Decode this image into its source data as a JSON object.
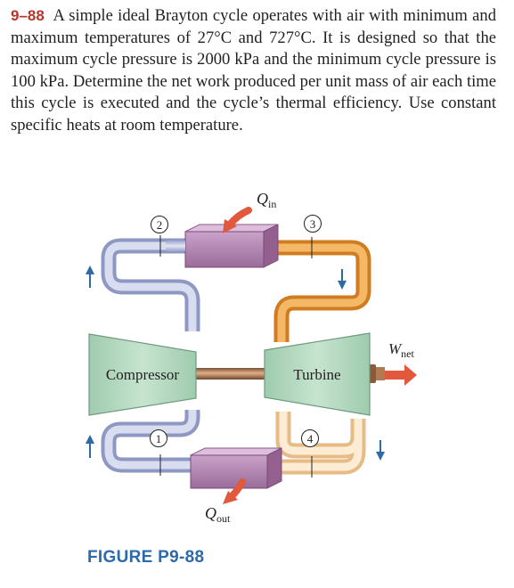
{
  "problem": {
    "number": "9–88",
    "text": "A simple ideal Brayton cycle operates with air with minimum and maximum temperatures of 27°C and 727°C. It is designed so that the maximum cycle pressure is 2000 kPa and the minimum cycle pressure is 100 kPa. Determine the net work produced per unit mass of air each time this cycle is executed and the cycle’s thermal efficiency. Use constant specific heats at room temperature."
  },
  "diagram": {
    "q_in": {
      "symbol": "Q",
      "subscript": "in"
    },
    "q_out": {
      "symbol": "Q",
      "subscript": "out"
    },
    "w_net": {
      "symbol": "W",
      "subscript": "net"
    },
    "compressor_label": "Compressor",
    "turbine_label": "Turbine",
    "states": [
      "1",
      "2",
      "3",
      "4"
    ],
    "colors": {
      "cold_pipe": "#c7cde6",
      "hot_pipe": "#e9a04c",
      "warm_pipe": "#f6dcb5",
      "machine": "#b3d8bf",
      "exchanger": "#b88ab8",
      "heat_arrow": "#e2583c",
      "flow_arrow": "#2d6aa7",
      "caption": "#2d6aa7",
      "problem_number": "#b5352c"
    }
  },
  "figure_caption": "FIGURE P9-88"
}
